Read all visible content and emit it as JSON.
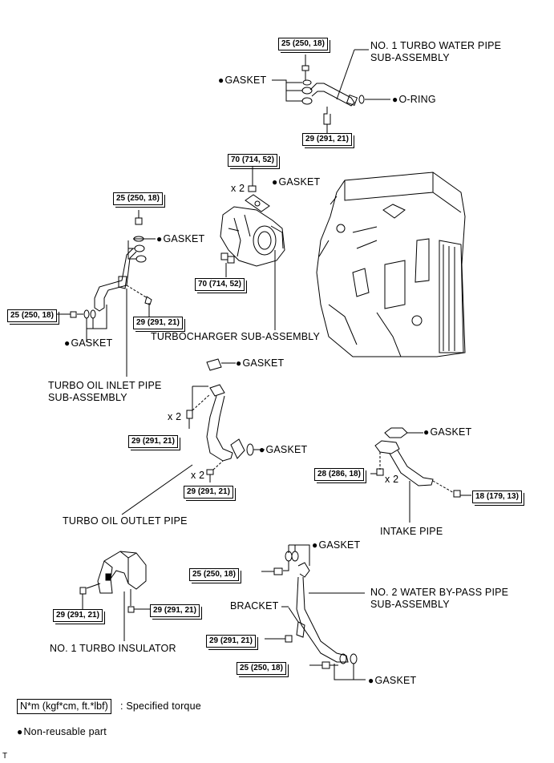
{
  "labels": {
    "no1_water_pipe": [
      "NO. 1 TURBO WATER PIPE",
      "SUB-ASSEMBLY"
    ],
    "gasket": "GASKET",
    "o_ring": "O-RING",
    "turbocharger": "TURBOCHARGER SUB-ASSEMBLY",
    "oil_inlet": [
      "TURBO OIL INLET PIPE",
      "SUB-ASSEMBLY"
    ],
    "oil_outlet": "TURBO OIL OUTLET PIPE",
    "intake_pipe": "INTAKE PIPE",
    "no2_bypass": [
      "NO. 2 WATER BY-PASS PIPE",
      "SUB-ASSEMBLY"
    ],
    "bracket": "BRACKET",
    "insulator": "NO. 1 TURBO INSULATOR",
    "x2": "x 2"
  },
  "torques": {
    "t25": "25 (250, 18)",
    "t29": "29 (291, 21)",
    "t70": "70 (714, 52)",
    "t28": "28 (286, 18)",
    "t18": "18 (179, 13)"
  },
  "legend": {
    "torque_unit": "N*m (kgf*cm, ft.*lbf)",
    "torque_desc": ": Specified torque",
    "nonreusable": "Non-reusable part"
  },
  "corner_mark": "T"
}
